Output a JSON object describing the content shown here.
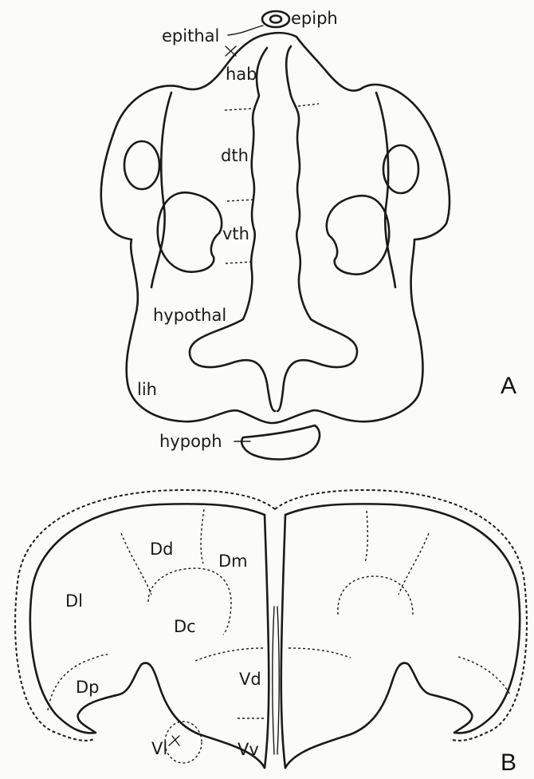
{
  "panel_a": {
    "letter": "A",
    "labels": {
      "epiph": "epiph",
      "epithal": "epithal",
      "hab": "hab",
      "dth": "dth",
      "vth": "vth",
      "hypothal": "hypothal",
      "lih": "lih",
      "hypoph": "hypoph"
    }
  },
  "panel_b": {
    "letter": "B",
    "labels": {
      "Dd": "Dd",
      "Dm": "Dm",
      "Dl": "Dl",
      "Dc": "Dc",
      "Dp": "Dp",
      "Vd": "Vd",
      "Vl": "Vl",
      "Vv": "Vv"
    }
  }
}
